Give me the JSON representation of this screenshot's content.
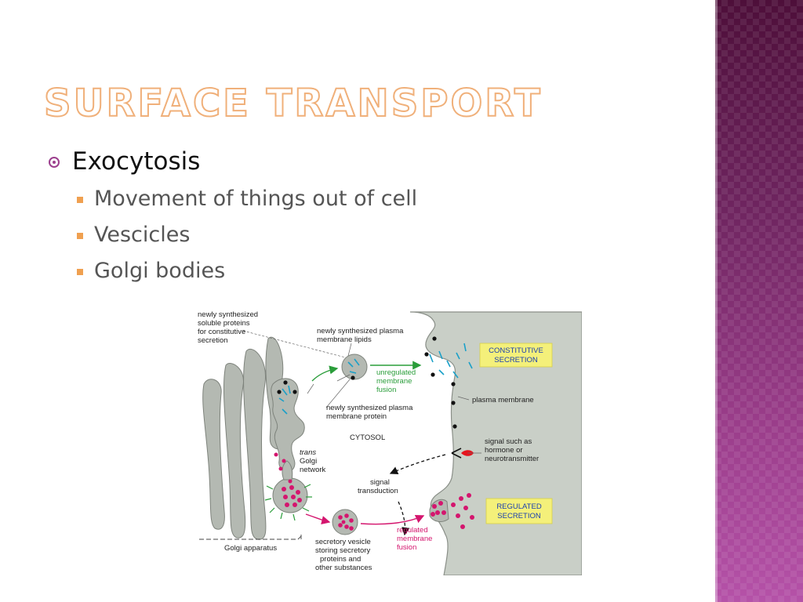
{
  "slide": {
    "title": "Surface Transport",
    "accent_color": "#f0b07a",
    "side_band_color": "#7a2a6a"
  },
  "bullets": {
    "level1": {
      "text": "Exocytosis",
      "marker_icon": "circle-dot-bullet-icon"
    },
    "level2": [
      {
        "text": "Movement of things out of cell"
      },
      {
        "text": "Vescicles"
      },
      {
        "text": "Golgi bodies"
      }
    ]
  },
  "figure": {
    "labels": {
      "soluble_1": "newly synthesized",
      "soluble_2": "soluble proteins",
      "soluble_3": "for constitutive",
      "soluble_4": "secretion",
      "lipids_1": "newly synthesized plasma",
      "lipids_2": "membrane lipids",
      "unreg_1": "unregulated",
      "unreg_2": "membrane",
      "unreg_3": "fusion",
      "const_1": "CONSTITUTIVE",
      "const_2": "SECRETION",
      "protein_1": "newly synthesized plasma",
      "protein_2": "membrane protein",
      "plasma_membrane": "plasma membrane",
      "cytosol": "CYTOSOL",
      "trans_1": "trans",
      "trans_2": "Golgi",
      "trans_3": "network",
      "signal_1": "signal such as",
      "signal_2": "hormone or",
      "signal_3": "neurotransmitter",
      "transd_1": "signal",
      "transd_2": "transduction",
      "reg_1": "REGULATED",
      "reg_2": "SECRETION",
      "golgi": "Golgi apparatus",
      "vesicle_1": "secretory vesicle",
      "vesicle_2": "storing secretory",
      "vesicle_3": "proteins and",
      "vesicle_4": "other substances",
      "regfus_1": "regulated",
      "regfus_2": "membrane",
      "regfus_3": "fusion"
    }
  }
}
